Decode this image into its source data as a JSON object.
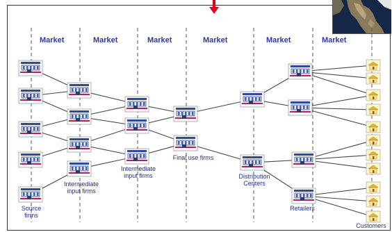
{
  "markets": [
    "Market",
    "Market",
    "Market",
    "Market",
    "Market",
    "Market"
  ],
  "labels": {
    "source": [
      "Source",
      "firms"
    ],
    "intermediate1": [
      "Intermediate",
      "input firms"
    ],
    "intermediate2": [
      "Intermediate",
      "input firms"
    ],
    "final_use": [
      "Final use firms"
    ],
    "distribution": [
      "Distribution",
      "Centers"
    ],
    "retailers": [
      "Retailers"
    ],
    "customers": [
      "Customers"
    ]
  },
  "colors": {
    "market_text": "#2b3b98",
    "label_text": "#1f2f8f",
    "link_line": "#444444",
    "dashed_line": "#555555",
    "arrow": "#e3001b",
    "firm_roof": "#2f4a9c",
    "firm_base": "#c2185b",
    "customer_fill": "#fff6c9"
  },
  "icons": {
    "firm": "factory-icon",
    "customer": "house-icon",
    "arrow": "down-arrow-icon",
    "map": "map-thumbnail-icon"
  }
}
